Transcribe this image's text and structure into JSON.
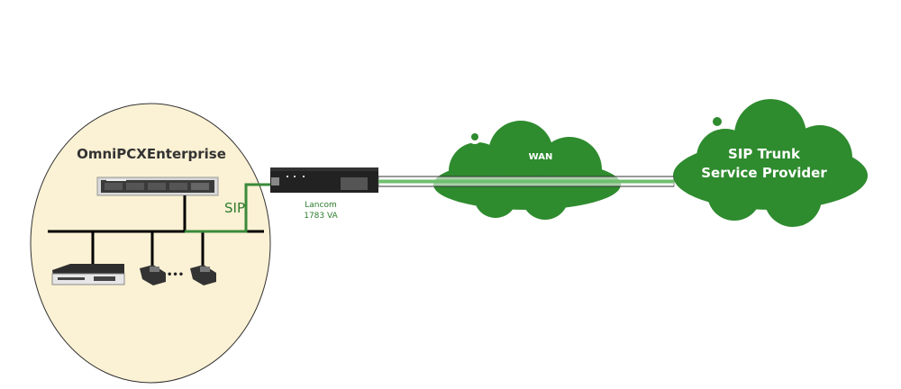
{
  "pbx": {
    "title": "OmniPCXEnterprise"
  },
  "link": {
    "label": "SIP"
  },
  "router": {
    "name": "Lancom",
    "model": "1783 VA"
  },
  "wan": {
    "label": "WAN"
  },
  "provider": {
    "line1": "SIP Trunk",
    "line2": "Service Provider"
  },
  "colors": {
    "cloud": "#2e8b2e",
    "site": "#fbf1d4",
    "link": "#3a8a3a"
  }
}
